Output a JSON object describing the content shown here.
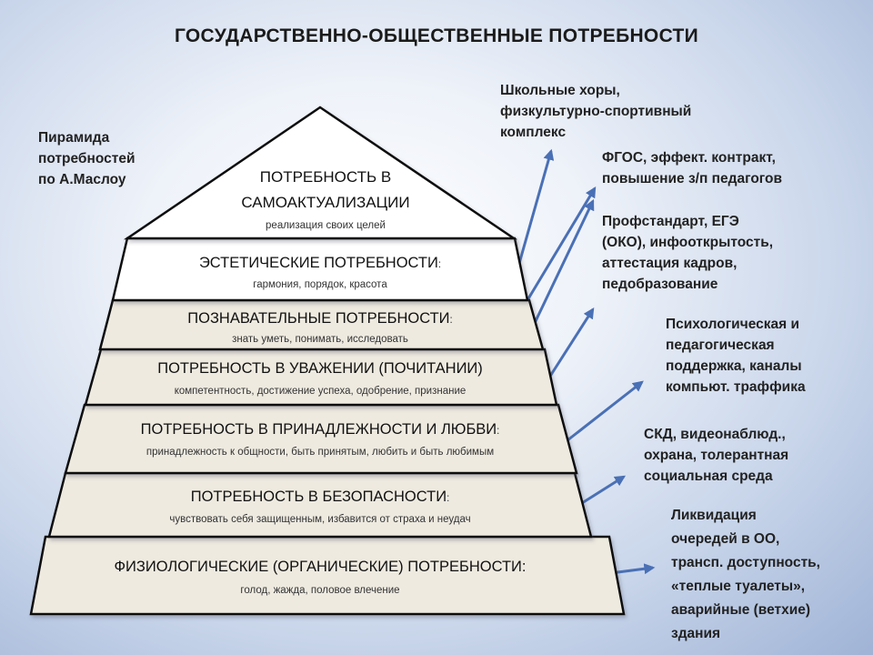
{
  "title": "ГОСУДАРСТВЕННО-ОБЩЕСТВЕННЫЕ  ПОТРЕБНОСТИ",
  "pyramid_label": "Пирамида\nпотребностей\nпо А.Маслоу",
  "levels": [
    {
      "title_line1": "ПОТРЕБНОСТЬ В",
      "title_line2": "САМОАКТУАЛИЗАЦИИ",
      "subtitle": "реализация своих целей",
      "fill": "#ffffff"
    },
    {
      "title": "ЭСТЕТИЧЕСКИЕ ПОТРЕБНОСТИ",
      "suffix": ":",
      "subtitle": "гармония, порядок, красота",
      "fill": "#ffffff"
    },
    {
      "title": "ПОЗНАВАТЕЛЬНЫЕ ПОТРЕБНОСТИ",
      "suffix": ":",
      "subtitle": "знать уметь, понимать, исследовать",
      "fill": "#eeeae0"
    },
    {
      "title": "ПОТРЕБНОСТЬ В УВАЖЕНИИ (ПОЧИТАНИИ)",
      "suffix": "",
      "subtitle": "компетентность, достижение успеха, одобрение, признание",
      "fill": "#eeeae0"
    },
    {
      "title": "ПОТРЕБНОСТЬ В ПРИНАДЛЕЖНОСТИ И ЛЮБВИ",
      "suffix": ":",
      "subtitle": "принадлежность к общности, быть принятым, любить и быть любимым",
      "fill": "#eeeae0"
    },
    {
      "title": "ПОТРЕБНОСТЬ В БЕЗОПАСНОСТИ",
      "suffix": ":",
      "subtitle": "чувствовать себя защищенным, избавится от страха и неудач",
      "fill": "#eeeae0"
    },
    {
      "title": "ФИЗИОЛОГИЧЕСКИЕ (ОРГАНИЧЕСКИЕ) ПОТРЕБНОСТИ:",
      "suffix": "",
      "subtitle": "голод, жажда, половое влечение",
      "fill": "#eeeae0"
    }
  ],
  "notes": [
    "Школьные хоры,\nфизкультурно-спортивный\nкомплекс",
    "ФГОС, эффект. контракт,\nповышение з/п педагогов",
    "Профстандарт,  ЕГЭ\n(ОКО), инфооткрытость,\nаттестация кадров,\nпедобразование",
    "Психологическая и\nпедагогическая\nподдержка, каналы\nкомпьют. траффика",
    "СКД, видеонаблюд.,\nохрана, толерантная\nсоциальная среда",
    "Ликвидация\nочередей в ОО,\nтрансп. доступность,\n«теплые туалеты»,\nаварийные (ветхие)\nздания"
  ],
  "colors": {
    "arrow": "#4a70b5",
    "outline": "#111111"
  }
}
